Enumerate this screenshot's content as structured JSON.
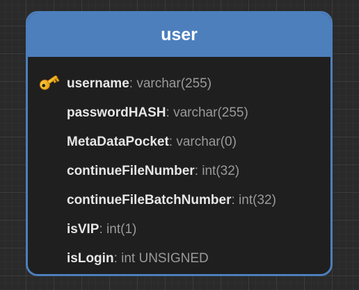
{
  "entity": {
    "title": "user",
    "colors": {
      "header": "#4d7fbd",
      "body": "#1f1f1f",
      "field_name": "#e6e6e6",
      "field_type": "#9a9a9a",
      "key": "#f2b51f"
    },
    "fields": [
      {
        "name": "username",
        "sep": ":",
        "type": " varchar(255)",
        "icon": "key-icon",
        "primary_key": true
      },
      {
        "name": "passwordHASH",
        "sep": ":",
        "type": " varchar(255)"
      },
      {
        "name": "MetaDataPocket",
        "sep": ":",
        "type": " varchar(0)"
      },
      {
        "name": "continueFileNumber",
        "sep": ":",
        "type": " int(32)"
      },
      {
        "name": "continueFileBatchNumber",
        "sep": ":",
        "type": " int(32)"
      },
      {
        "name": "isVIP",
        "sep": ":",
        "type": " int(1)"
      },
      {
        "name": "isLogin",
        "sep": ":",
        "type": " int UNSIGNED"
      }
    ]
  }
}
